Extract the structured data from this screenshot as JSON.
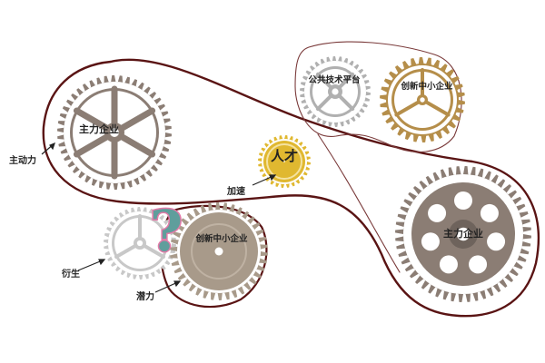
{
  "diagram": {
    "gears": {
      "main_left": {
        "label": "主力企业"
      },
      "main_right": {
        "label": "主力企业"
      },
      "talent": {
        "label": "人才"
      },
      "platform": {
        "label": "公共技术平台"
      },
      "innov_top": {
        "label": "创新中小企业"
      },
      "innov_bottom": {
        "label": "创新中小企业"
      },
      "derivative": {
        "label": ""
      }
    },
    "callouts": {
      "main_force": "主动力",
      "accelerate": "加速",
      "derive": "衍生",
      "potential": "潜力"
    },
    "unknown_marker": "?",
    "colors": {
      "belt": "#5a1414",
      "main_gear": "#8b7d74",
      "main_gear_dark": "#6e635c",
      "talent_gear": "#e0b830",
      "platform_gear": "#b0b0b0",
      "innov_top_gear": "#b58e4a",
      "innov_bottom_gear": "#a89a8a",
      "derivative_gear": "#c8c8c8",
      "question_fill": "#5f9e9c",
      "question_outline": "#e27aa8"
    }
  }
}
